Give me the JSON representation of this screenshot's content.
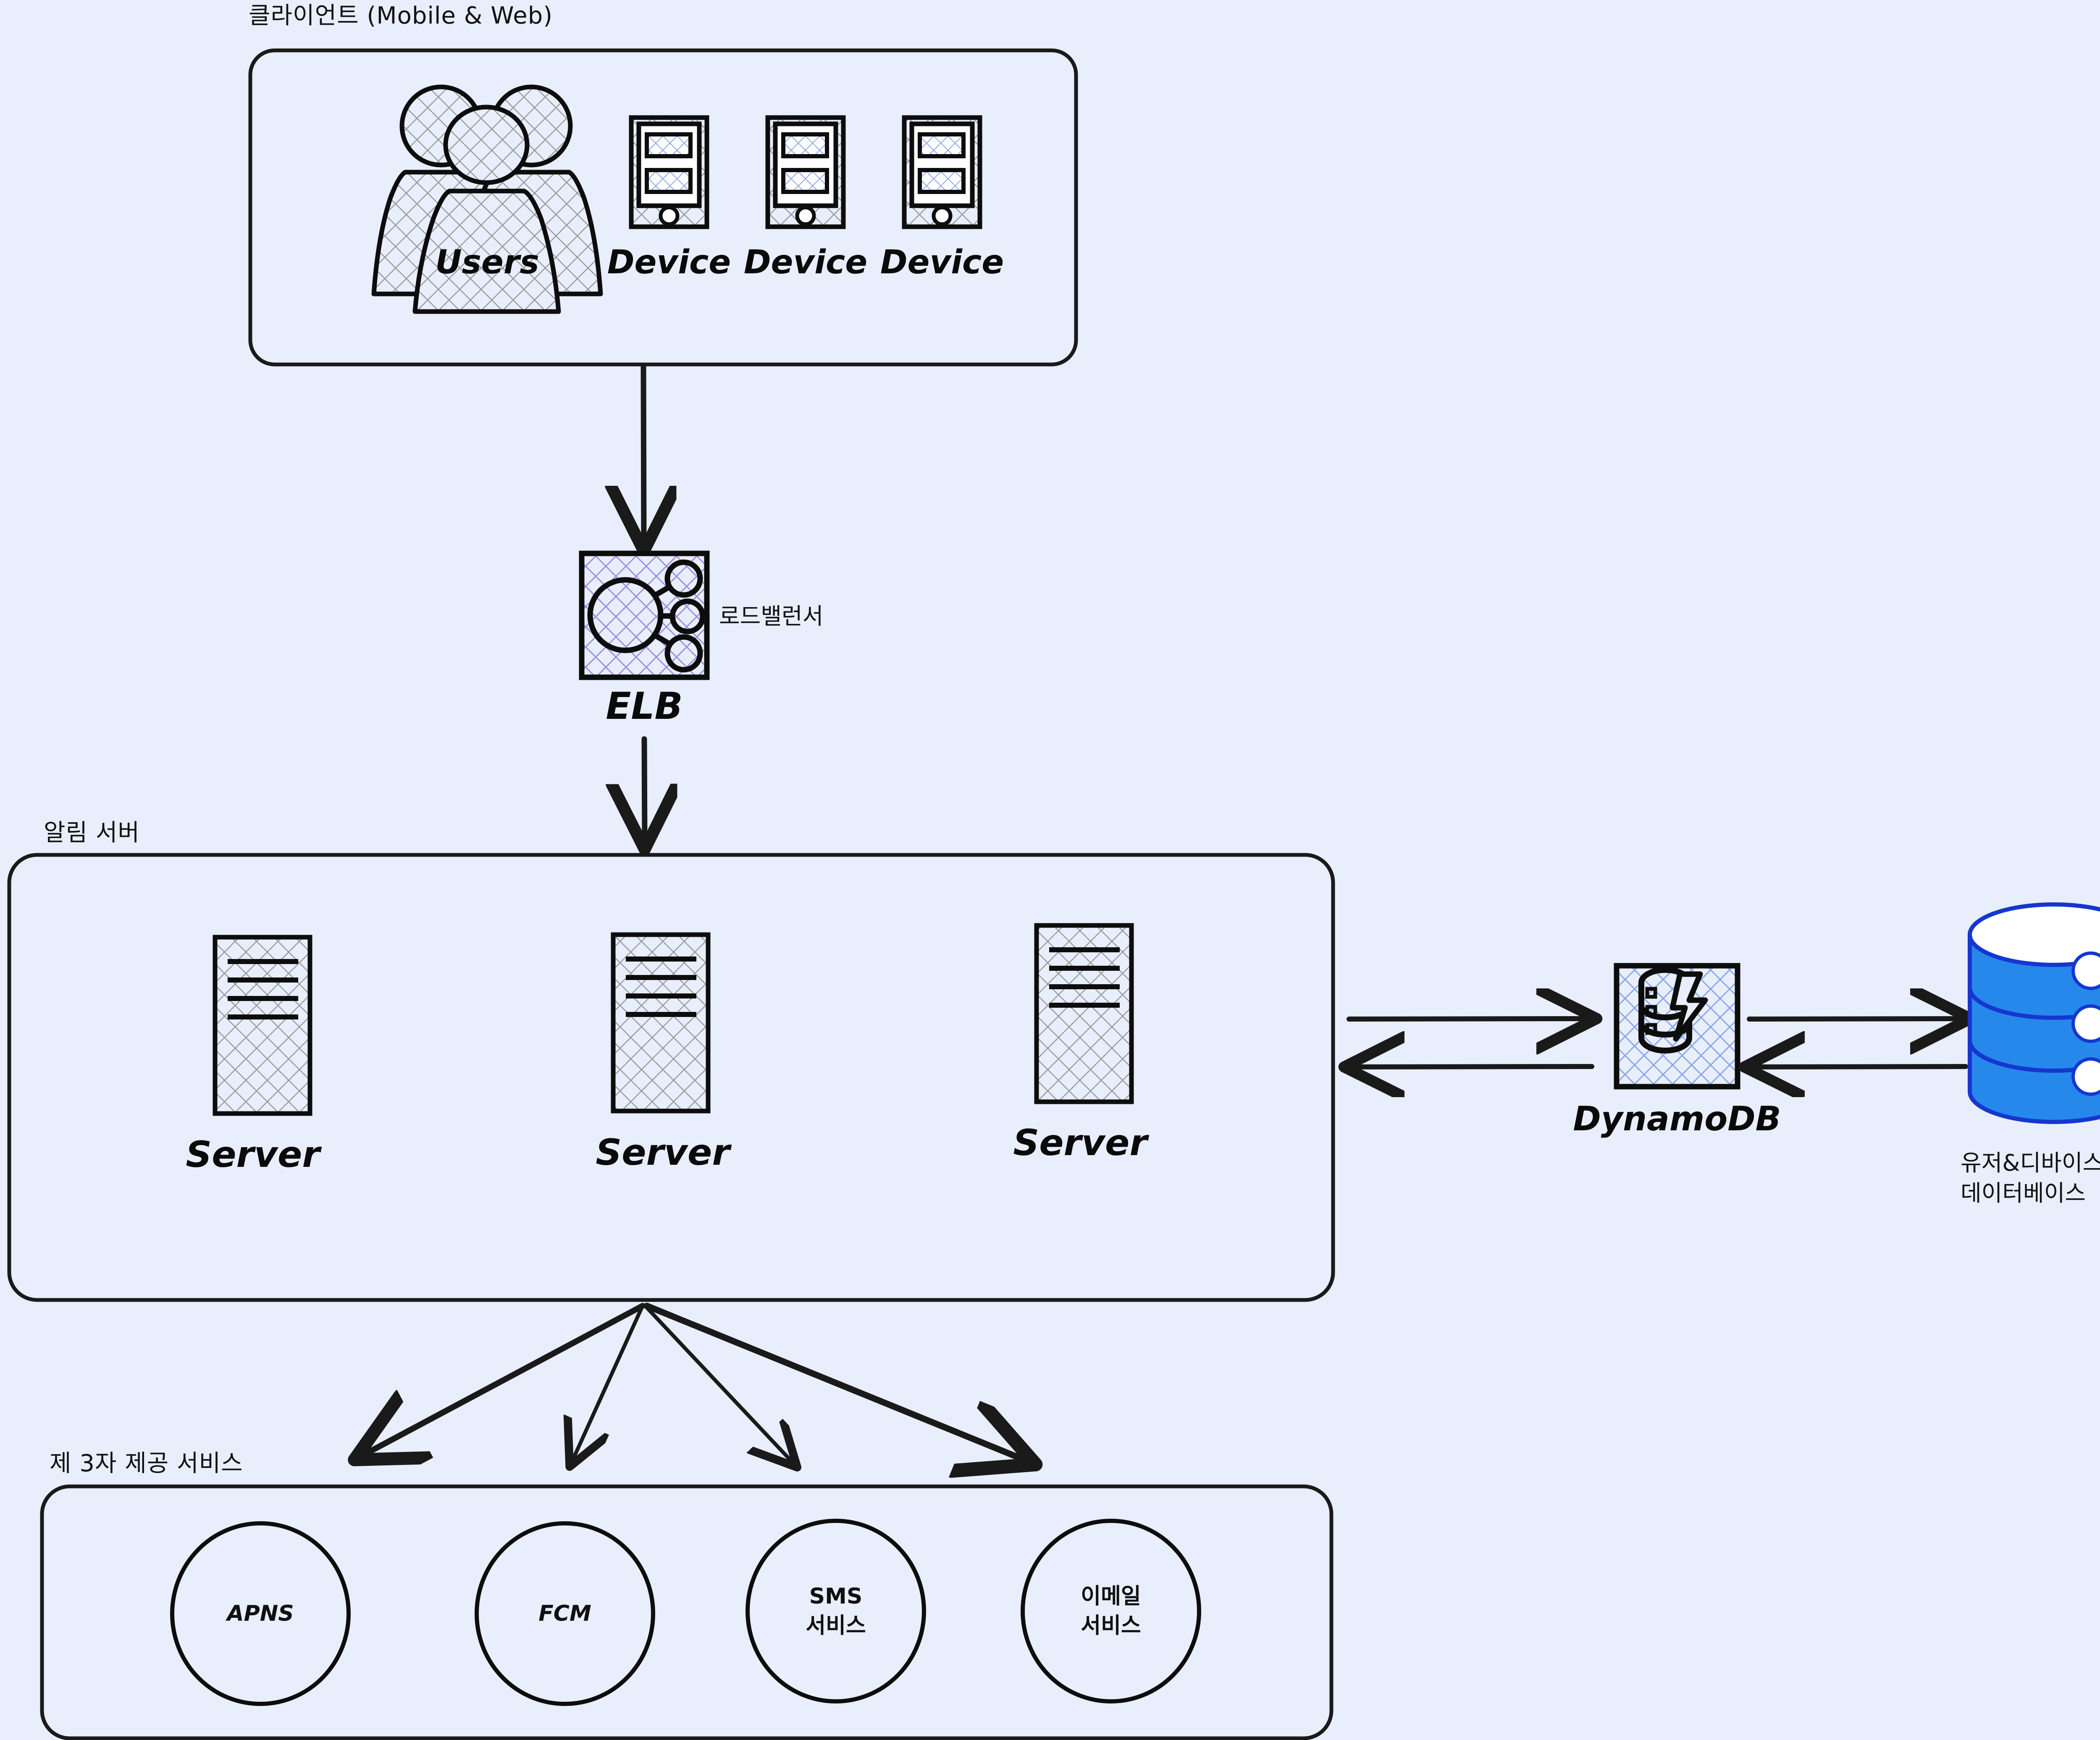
{
  "diagram": {
    "background_color": "#e8eefc",
    "stroke_color": "#1a1a1a",
    "db_fill_color": "#2688eb",
    "elb_hatch_color": "#9b8fe0",
    "dynamo_hatch_color": "#8aa6e8",
    "gray_hatch_color": "#9a9a9a"
  },
  "groups": {
    "client": {
      "label": "클라이언트 (Mobile & Web)"
    },
    "notification_server": {
      "label": "알림 서버"
    },
    "third_party": {
      "label": "제 3자 제공 서비스"
    }
  },
  "client_nodes": [
    {
      "id": "users",
      "label": "Users",
      "icon": "users-group-icon"
    },
    {
      "id": "device1",
      "label": "Device",
      "icon": "mobile-device-icon"
    },
    {
      "id": "device2",
      "label": "Device",
      "icon": "mobile-device-icon"
    },
    {
      "id": "device3",
      "label": "Device",
      "icon": "mobile-device-icon"
    }
  ],
  "elb": {
    "label": "ELB",
    "side_label": "로드밸런서",
    "icon": "load-balancer-icon"
  },
  "servers": [
    {
      "id": "server1",
      "label": "Server",
      "icon": "server-rack-icon"
    },
    {
      "id": "server2",
      "label": "Server",
      "icon": "server-rack-icon"
    },
    {
      "id": "server3",
      "label": "Server",
      "icon": "server-rack-icon"
    }
  ],
  "dynamodb": {
    "label": "DynamoDB",
    "icon": "dynamodb-icon"
  },
  "database": {
    "label_line1": "유저&디바이스 정보",
    "label_line2": "데이터베이스",
    "icon": "database-cylinder-icon"
  },
  "third_party_services": [
    {
      "id": "apns",
      "label": "APNS"
    },
    {
      "id": "fcm",
      "label": "FCM"
    },
    {
      "id": "sms",
      "label": "SMS\n서비스"
    },
    {
      "id": "email",
      "label": "이메일\n서비스"
    }
  ]
}
